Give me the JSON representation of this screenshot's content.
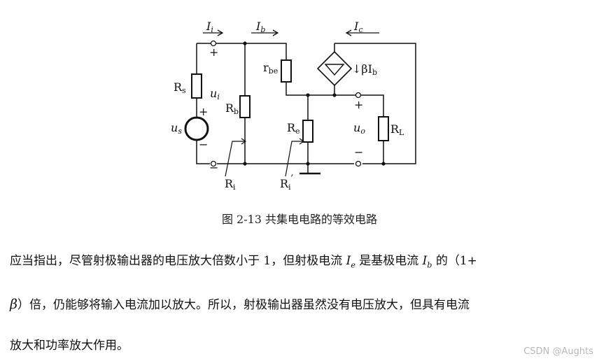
{
  "figure": {
    "labels": {
      "Ii_main": "I",
      "Ii_sub": "i",
      "Ib_main": "I",
      "Ib_sub": "b",
      "Ic_main": "I",
      "Ic_sub": "c",
      "Rs_main": "R",
      "Rs_sub": "s",
      "ui_main": "u",
      "ui_sub": "i",
      "Rb_main": "R",
      "Rb_sub": "b",
      "us_main": "u",
      "us_sub": "s",
      "rbe_main": "r",
      "rbe_sub": "be",
      "src_main": "↓βI",
      "src_sub": "b",
      "Re_main": "R",
      "Re_sub": "e",
      "uo_main": "u",
      "uo_sub": "o",
      "RL_main": "R",
      "RL_sub": "L",
      "Ri_main": "R",
      "Ri_sub": "i",
      "Rip_main": "R",
      "Rip_sub": "i",
      "Rip_prime": "′",
      "plus": "+",
      "minus": "−"
    },
    "caption": "图 2-13  共集电电路的等效电路"
  },
  "text": {
    "line1_a": "应当指出，尽管射极输出器的电压放大倍数小于 1，但射极电流 ",
    "Ie_main": "I",
    "Ie_sub": "e",
    "line1_b": " 是基极电流 ",
    "Ib_main": "I",
    "Ib_sub": "b",
    "line1_c": " 的（1+",
    "beta": "β",
    "line2": "）倍，仍能够将输入电流加以放大。所以，射极输出器虽然没有电压放大，但具有电流",
    "line3": "放大和功率放大作用。"
  },
  "watermark": "CSDN @Aughts"
}
